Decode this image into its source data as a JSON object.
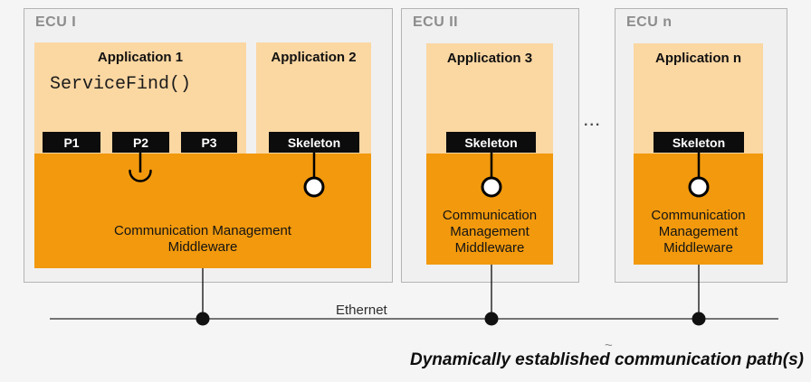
{
  "colors": {
    "orange": "#F2990D",
    "peach": "#FBD7A2",
    "port_black": "#0C0C0C",
    "ecu_fill": "#F0F0F0",
    "ecu_border": "#B4B4B4",
    "background": "#F5F5F5"
  },
  "ecu1": {
    "label": "ECU I",
    "app1": {
      "title": "Application 1",
      "code": "ServiceFind()",
      "ports": {
        "p1": "P1",
        "p2": "P2",
        "p3": "P3"
      }
    },
    "app2": {
      "title": "Application 2",
      "port": "Skeleton"
    },
    "middleware_line1": "Communication Management",
    "middleware_line2": "Middleware"
  },
  "ecu2": {
    "label": "ECU II",
    "app": {
      "title": "Application 3",
      "port": "Skeleton"
    },
    "middleware_line1": "Communication",
    "middleware_line2": "Management",
    "middleware_line3": "Middleware"
  },
  "ecun": {
    "label": "ECU n",
    "app": {
      "title": "Application n",
      "port": "Skeleton"
    },
    "middleware_line1": "Communication",
    "middleware_line2": "Management",
    "middleware_line3": "Middleware"
  },
  "ellipsis": "...",
  "bus": {
    "label": "Ethernet"
  },
  "caption": "Dynamically established communication path(s)",
  "artifact_mark": "~",
  "icons": {
    "provided_interface": "lollipop-circle",
    "required_interface": "half-circle-socket",
    "bus_junction": "filled-dot"
  }
}
